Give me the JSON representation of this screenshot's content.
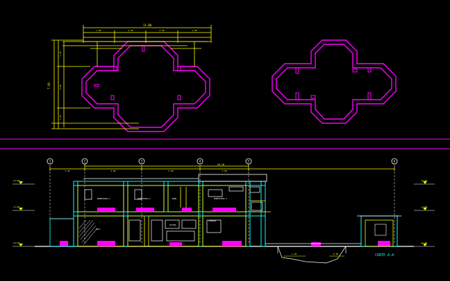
{
  "drawing": {
    "colors": {
      "background": "#000000",
      "wall": "#ff00ff",
      "dimension": "#ffff00",
      "structure": "#00ffff",
      "section_line": "#ffffff",
      "note": "#ffffff",
      "grid_bubble": "#ffffff"
    },
    "top_dimensions": {
      "overall": "11.00",
      "segments": [
        "1.00",
        "2.50",
        "2.50",
        "1.00"
      ]
    },
    "left_dimensions": {
      "overall": "7.00",
      "segments": [
        "1.20",
        "4.60",
        "1.20"
      ]
    },
    "section": {
      "grid_axes": [
        "1",
        "2",
        "3",
        "4",
        "5",
        "6"
      ],
      "overall_dimension": "16.20",
      "span_dimensions": [
        "3.20",
        "3.80",
        "4.00",
        "3.00"
      ],
      "level_marks": [
        "+6.00",
        "+3.00",
        "±0.00",
        "+6.00",
        "+3.00",
        "±0.00"
      ],
      "title": "CORTE A-A",
      "room_labels": [
        "DORMITORIO 1",
        "DORMITORIO 2",
        "BAÑO",
        "DORMITORIO 3",
        "SALA",
        "COCINA",
        "COMEDOR"
      ],
      "depth_dimensions": [
        "1.20",
        "0.90"
      ]
    }
  }
}
